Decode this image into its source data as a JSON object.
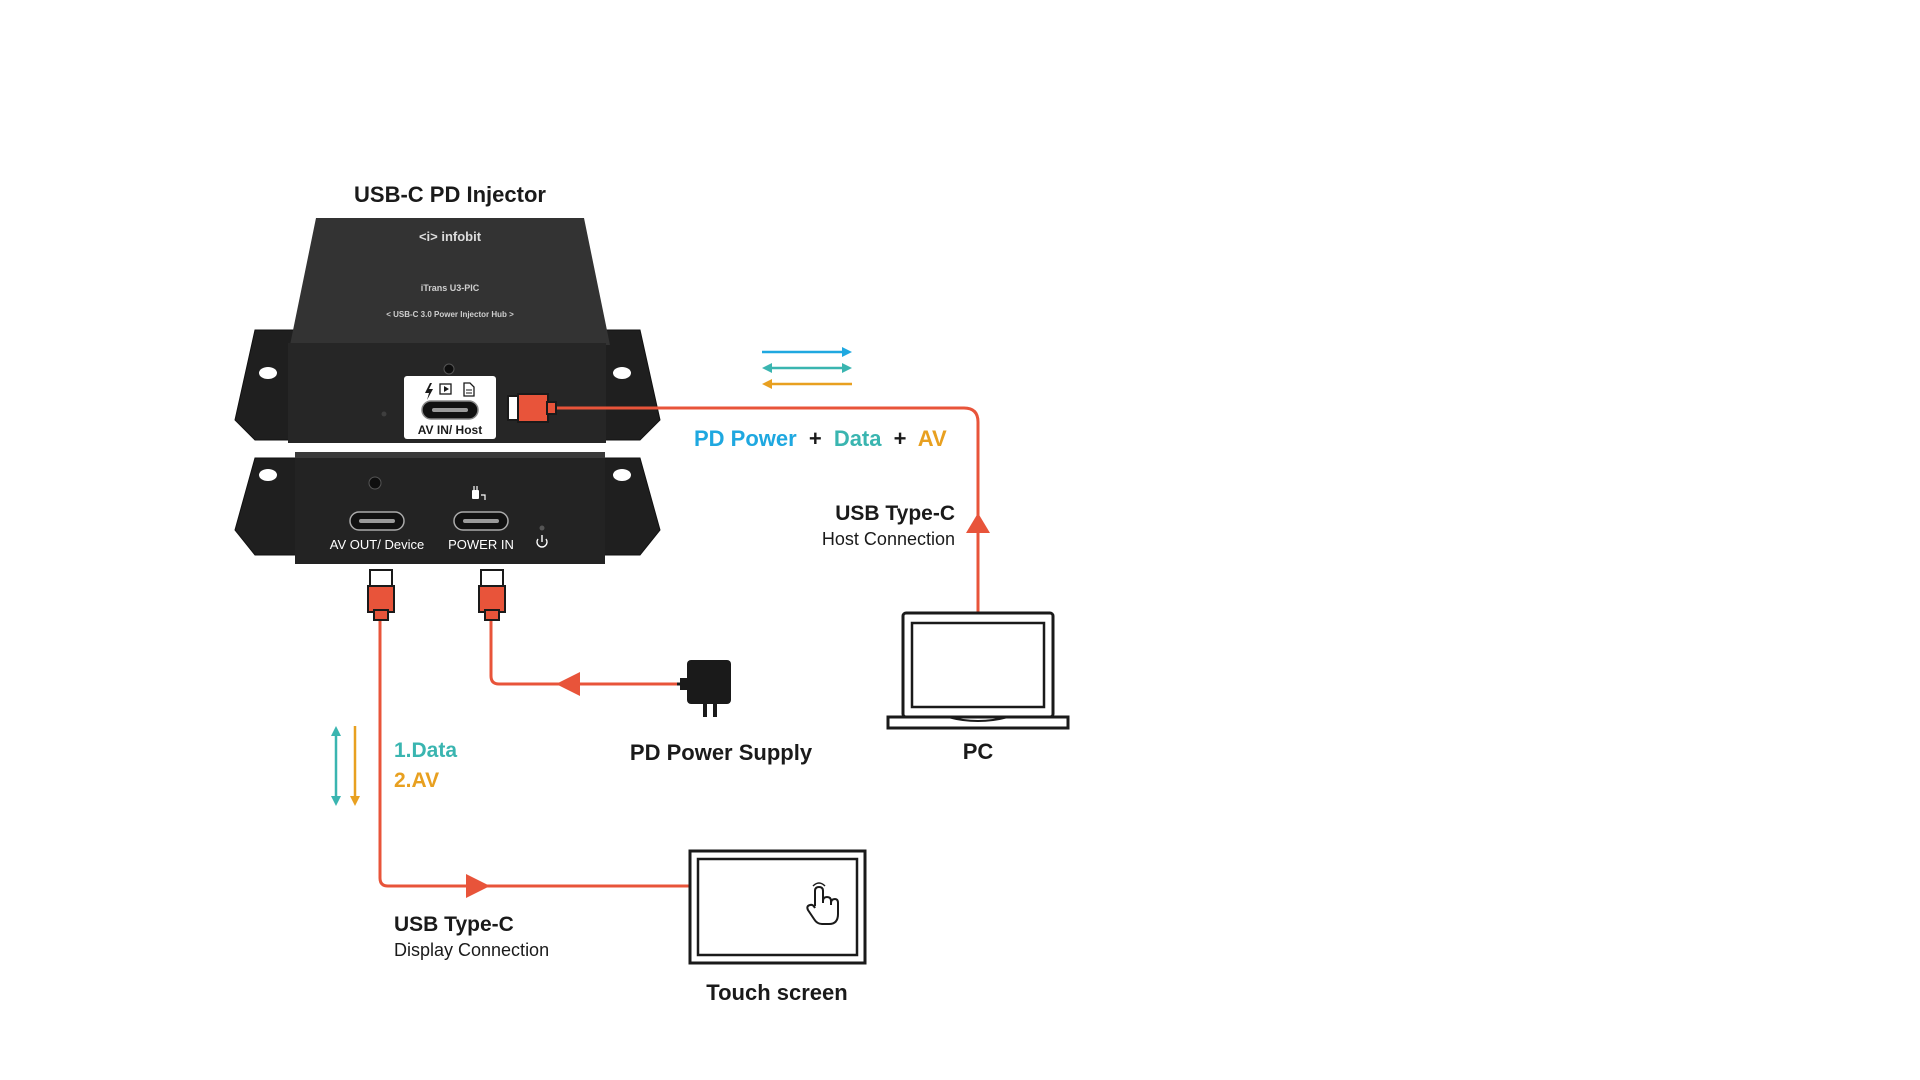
{
  "title": "USB-C PD Injector",
  "device": {
    "logo": "<i> infobit",
    "model": "iTrans U3-PIC",
    "subtitle": "< USB-C 3.0 Power Injector Hub >",
    "port_av_in": "AV IN/ Host",
    "port_av_out": "AV OUT/ Device",
    "port_power_in": "POWER IN",
    "port_icons": [
      "bolt-icon",
      "play-icon",
      "document-icon"
    ],
    "power_icon": "power-icon",
    "plug_icon": "plug-icon"
  },
  "signal_legend": {
    "pd_power": "PD Power",
    "plus_1": "+",
    "data": "Data",
    "plus_2": "+",
    "av": "AV"
  },
  "host_link": {
    "title": "USB Type-C",
    "subtitle": "Host Connection"
  },
  "pc_label": "PC",
  "power_supply_label": "PD Power Supply",
  "device_link_signals": {
    "data": "1.Data",
    "av": "2.AV"
  },
  "display_link": {
    "title": "USB Type-C",
    "subtitle": "Display Connection"
  },
  "touch_label": "Touch screen",
  "colors": {
    "cable": "#e8543a",
    "pd_power": "#1fa8e0",
    "data": "#3ab5b0",
    "av": "#e8a020",
    "device_body": "#2a2a2a",
    "text": "#1a1a1a"
  }
}
